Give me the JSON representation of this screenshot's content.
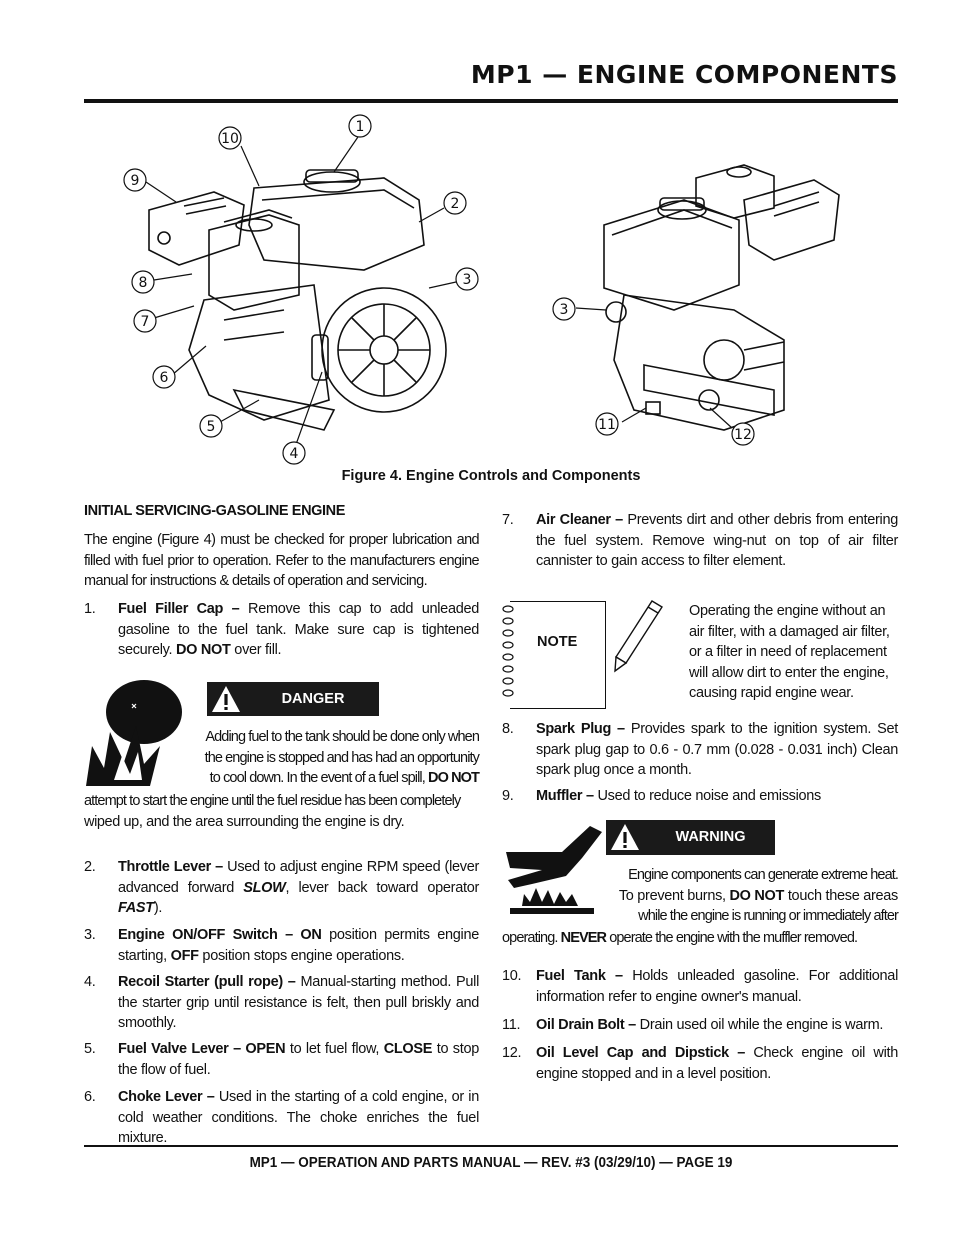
{
  "header": {
    "title": "MP1 — ENGINE COMPONENTS"
  },
  "figure": {
    "caption": "Figure 4.  Engine Controls and Components",
    "callouts_left": [
      "1",
      "2",
      "3",
      "4",
      "5",
      "6",
      "7",
      "8",
      "9",
      "10"
    ],
    "callouts_right": [
      "3",
      "11",
      "12"
    ]
  },
  "section": {
    "heading": "INITIAL SERVICING-GASOLINE ENGINE",
    "intro": "The engine (Figure 4) must be checked for proper lubrication and filled with fuel prior to operation.  Refer to the manufacturers engine manual for  instructions & details of operation and servicing."
  },
  "items": {
    "i1": {
      "num": "1.",
      "name": "Fuel Filler Cap –",
      "text": " Remove this cap to add unleaded gasoline to the fuel tank. Make sure cap is tightened securely. ",
      "bold2": "DO NOT",
      "text2": " over fill."
    },
    "i2": {
      "num": "2.",
      "name": "Throttle Lever –",
      "text": " Used to adjust engine RPM speed (lever advanced forward ",
      "slow": "SLOW",
      "text2": ", lever back toward operator ",
      "fast": "FAST",
      "text3": ")."
    },
    "i3": {
      "num": "3.",
      "name": "Engine ON/OFF Switch – ON",
      "text": " position permits engine starting, ",
      "off": "OFF",
      "text2": " position stops engine operations."
    },
    "i4": {
      "num": "4.",
      "name": "Recoil Starter (pull rope) –",
      "text": " Manual-starting method. Pull the starter grip until resistance is felt, then pull briskly and smoothly."
    },
    "i5": {
      "num": "5.",
      "name": "Fuel Valve Lever – OPEN",
      "text": " to let fuel flow, ",
      "close": "CLOSE",
      "text2": " to stop the flow of fuel."
    },
    "i6": {
      "num": "6.",
      "name": "Choke Lever –",
      "text": " Used in the starting of a cold engine, or in cold weather conditions. The choke enriches the fuel mixture."
    },
    "i7": {
      "num": "7.",
      "name": "Air Cleaner –",
      "text": " Prevents dirt and other debris from entering the fuel system. Remove wing-nut on top of air filter cannister to gain access to filter element."
    },
    "i8": {
      "num": "8.",
      "name": "Spark Plug –",
      "text": " Provides spark to the ignition system. Set spark plug gap to 0.6 - 0.7 mm (0.028 - 0.031 inch) Clean spark plug once a month."
    },
    "i9": {
      "num": "9.",
      "name": "Muffler –",
      "text": " Used to reduce noise and emissions"
    },
    "i10": {
      "num": "10.",
      "name": "Fuel Tank –",
      "text": " Holds unleaded gasoline. For additional information refer to engine owner's manual."
    },
    "i11": {
      "num": "11.",
      "name": "Oil Drain Bolt –",
      "text": " Drain used oil while the engine is warm."
    },
    "i12": {
      "num": "12.",
      "name": "Oil Level Cap and Dipstick –",
      "text": " Check engine oil with engine stopped and in a level position."
    }
  },
  "danger": {
    "label": "DANGER",
    "line1": "Adding fuel to the tank should be done only when",
    "line2": "the engine is stopped and has had an opportunity",
    "line3a": "to cool down.  In the event of a fuel spill, ",
    "line3b": "DO NOT",
    "line4": "attempt to start the engine until the fuel residue has been completely",
    "line5": "wiped up, and the area surrounding the engine is dry."
  },
  "note": {
    "label": "NOTE",
    "line1": "Operating the engine without an",
    "line2": "air filter, with a damaged air filter,",
    "line3": "or a filter in need of replacement",
    "line4": "will allow dirt to enter the engine,",
    "line5": "causing rapid engine wear."
  },
  "warning": {
    "label": "WARNING",
    "line1": "Engine components can generate extreme heat.",
    "line2a": "To prevent burns, ",
    "line2b": "DO NOT",
    "line2c": " touch these areas",
    "line3": "while the engine is running or immediately after",
    "line4a": "operating. ",
    "line4b": "NEVER",
    "line4c": " operate the engine with the muffler removed."
  },
  "footer": {
    "text": "MP1 —  OPERATION AND PARTS MANUAL — REV. #3  (03/29/10) — PAGE 19"
  }
}
